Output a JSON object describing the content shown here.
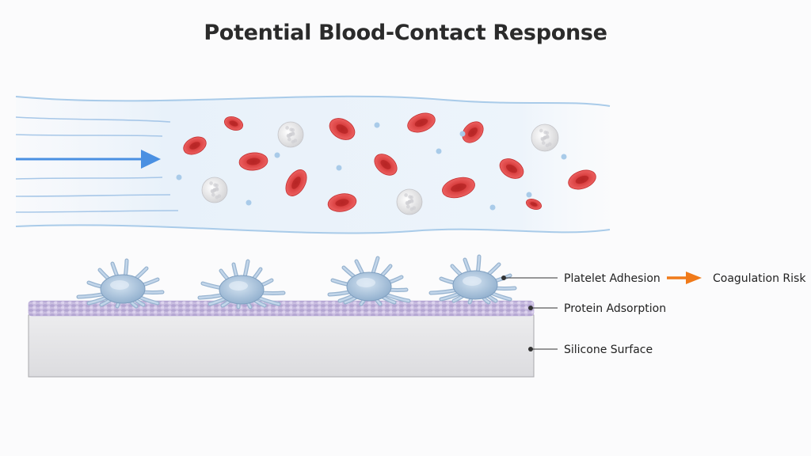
{
  "title": "Potential Blood-Contact Response",
  "labels": {
    "platelet_adhesion": "Platelet Adhesion",
    "coagulation_risk": "Coagulation Risk",
    "protein_adsorption": "Protein Adsorption",
    "silicone_surface": "Silicone Surface"
  },
  "colors": {
    "red_cell": "#e04848",
    "platelet": "#a9c3dc",
    "protein_layer": "#c9bde0",
    "surface": "#e2e2e4",
    "flow_arrow": "#4a90e2",
    "risk_arrow": "#f07a1a"
  }
}
